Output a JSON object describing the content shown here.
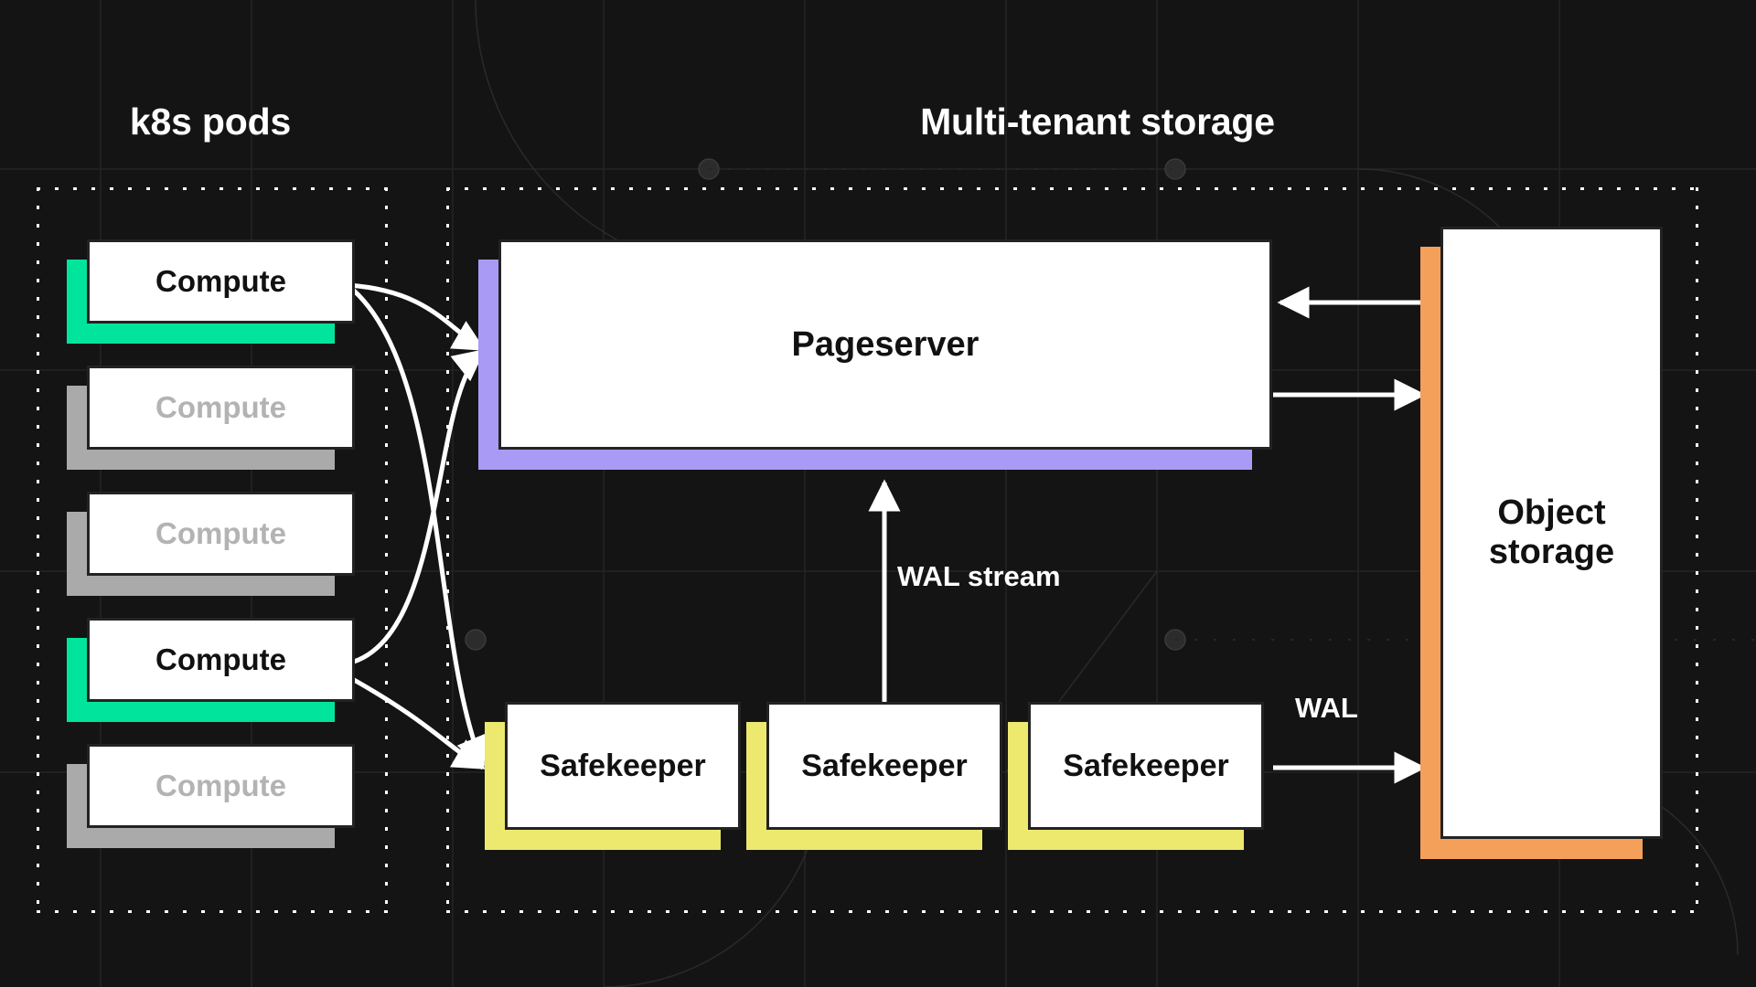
{
  "page": {
    "background_color": "#141414",
    "card_color": "#ffffff",
    "card_border_color": "#232323",
    "text_color": "#ffffff"
  },
  "sections": {
    "k8s": {
      "title": "k8s pods"
    },
    "storage": {
      "title": "Multi-tenant storage"
    }
  },
  "colors": {
    "active_green": "#00e59b",
    "inactive_gray": "#aaaaaa",
    "pageserver_purple": "#a99bf5",
    "safekeeper_yellow": "#ece96e",
    "object_storage_orange": "#f5a05a",
    "connector_white": "#ffffff"
  },
  "compute_nodes": [
    {
      "label": "Compute",
      "state": "active",
      "accent": "#00e59b"
    },
    {
      "label": "Compute",
      "state": "inactive",
      "accent": "#aaaaaa"
    },
    {
      "label": "Compute",
      "state": "inactive",
      "accent": "#aaaaaa"
    },
    {
      "label": "Compute",
      "state": "active",
      "accent": "#00e59b"
    },
    {
      "label": "Compute",
      "state": "inactive",
      "accent": "#aaaaaa"
    }
  ],
  "storage_nodes": {
    "pageserver": {
      "label": "Pageserver",
      "accent": "#a99bf5"
    },
    "safekeepers": [
      {
        "label": "Safekeeper",
        "accent": "#ece96e"
      },
      {
        "label": "Safekeeper",
        "accent": "#ece96e"
      },
      {
        "label": "Safekeeper",
        "accent": "#ece96e"
      }
    ],
    "object_storage": {
      "label": "Object\nstorage",
      "label_line1": "Object",
      "label_line2": "storage",
      "accent": "#f5a05a"
    }
  },
  "edge_labels": {
    "wal_stream": "WAL stream",
    "wal": "WAL"
  }
}
